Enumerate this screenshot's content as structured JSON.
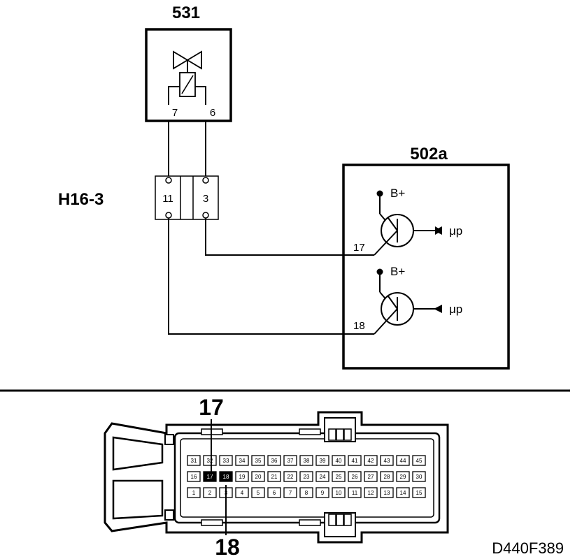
{
  "components": {
    "valve": {
      "id": "531",
      "pin_a": "7",
      "pin_b": "6"
    },
    "connector": {
      "id": "H16-3",
      "pin_left": "11",
      "pin_right": "3"
    },
    "ecu": {
      "id": "502a",
      "drivers": [
        {
          "pin": "17",
          "supply": "B+",
          "control": "μp"
        },
        {
          "pin": "18",
          "supply": "B+",
          "control": "μp"
        }
      ]
    }
  },
  "connector_view": {
    "callout_top": "17",
    "callout_bottom": "18",
    "rows": [
      [
        "31",
        "32",
        "33",
        "34",
        "35",
        "36",
        "37",
        "38",
        "39",
        "40",
        "41",
        "42",
        "43",
        "44",
        "45"
      ],
      [
        "16",
        "17",
        "18",
        "19",
        "20",
        "21",
        "22",
        "23",
        "24",
        "25",
        "26",
        "27",
        "28",
        "29",
        "30"
      ],
      [
        "1",
        "2",
        "3",
        "4",
        "5",
        "6",
        "7",
        "8",
        "9",
        "10",
        "11",
        "12",
        "13",
        "14",
        "15"
      ]
    ],
    "highlighted": [
      "17",
      "18"
    ]
  },
  "figure_code": "D440F389"
}
